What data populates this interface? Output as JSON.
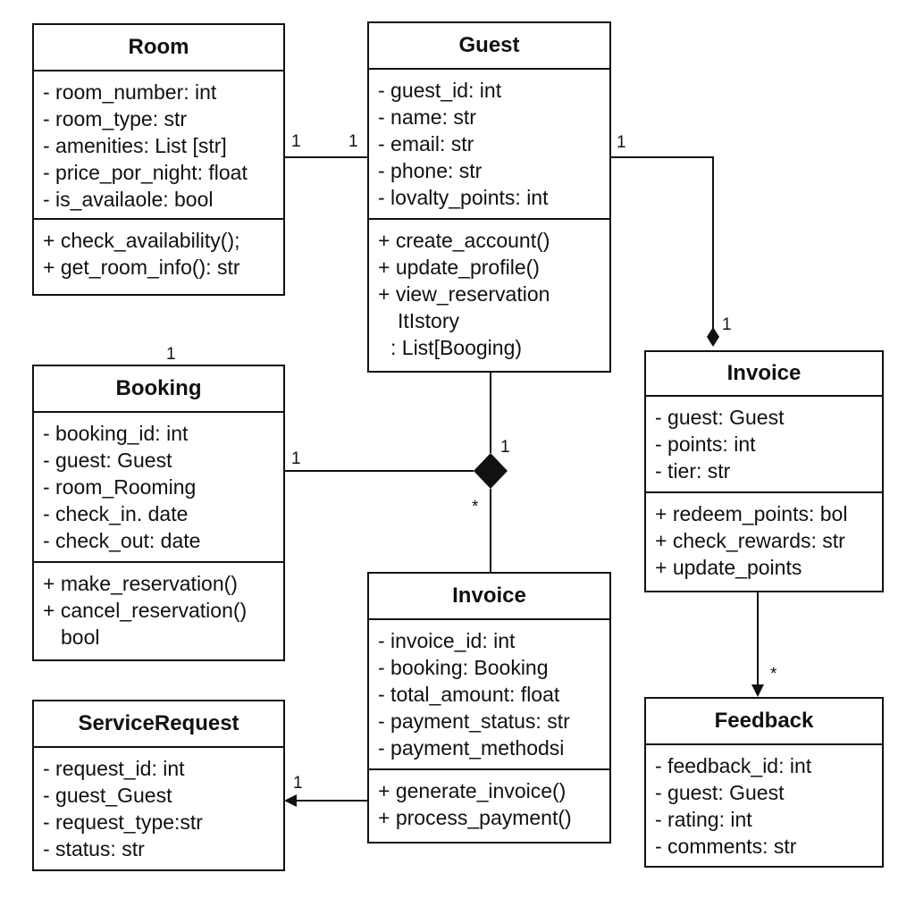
{
  "classes": {
    "room": {
      "name": "Room",
      "attributes": [
        "- room_number: int",
        "- room_type: str",
        "- amenities: List [str]",
        "- price_por_night: float",
        "- is_availaole: bool"
      ],
      "operations": [
        "+ check_availability();",
        "+ get_room_info(): str"
      ]
    },
    "guest": {
      "name": "Guest",
      "attributes": [
        "- guest_id: int",
        "- name: str",
        "- email: str",
        "- phone: str",
        "- lovalty_points: int"
      ],
      "operations": [
        "+ create_account()",
        "+ update_profile()",
        "+ view_reservation",
        "ItIstory",
        ": List[Booging)"
      ]
    },
    "booking": {
      "name": "Booking",
      "attributes": [
        "- booking_id: int",
        "- guest: Guest",
        "- room_Rooming",
        "- check_in. date",
        "- check_out: date"
      ],
      "operations": [
        "+ make_reservation()",
        "+ cancel_reservation()",
        "bool"
      ]
    },
    "invoice_right": {
      "name": "Invoice",
      "attributes": [
        "- guest: Guest",
        "- points: int",
        "- tier: str"
      ],
      "operations": [
        "+ redeem_points: bol",
        "+ check_rewards: str",
        "+ update_points"
      ]
    },
    "invoice_center": {
      "name": "Invoice",
      "attributes": [
        "- invoice_id: int",
        "- booking: Booking",
        "- total_amount: float",
        "- payment_status: str",
        "- payment_methodsi"
      ],
      "operations": [
        "+ generate_invoice()",
        "+ process_payment()"
      ]
    },
    "service_request": {
      "name": "ServiceRequest",
      "attributes": [
        "- request_id: int",
        "- guest_Guest",
        "- request_type:str",
        "- status: str"
      ],
      "operations": []
    },
    "feedback": {
      "name": "Feedback",
      "attributes": [
        "- feedback_id: int",
        "- guest: Guest",
        "- rating: int",
        "- comments: str"
      ],
      "operations": []
    }
  },
  "multiplicities": {
    "room_guest_room_end": "1",
    "room_guest_guest_end": "1",
    "booking_top": "1",
    "guest_invoice_guest_end": "1",
    "guest_invoice_invoice_end": "1",
    "booking_link": "1",
    "diamond_top": "1",
    "diamond_bottom": "*",
    "invoice_service": "1",
    "invoice_feedback": "*"
  },
  "colors": {
    "line": "#111111",
    "background": "#ffffff"
  }
}
